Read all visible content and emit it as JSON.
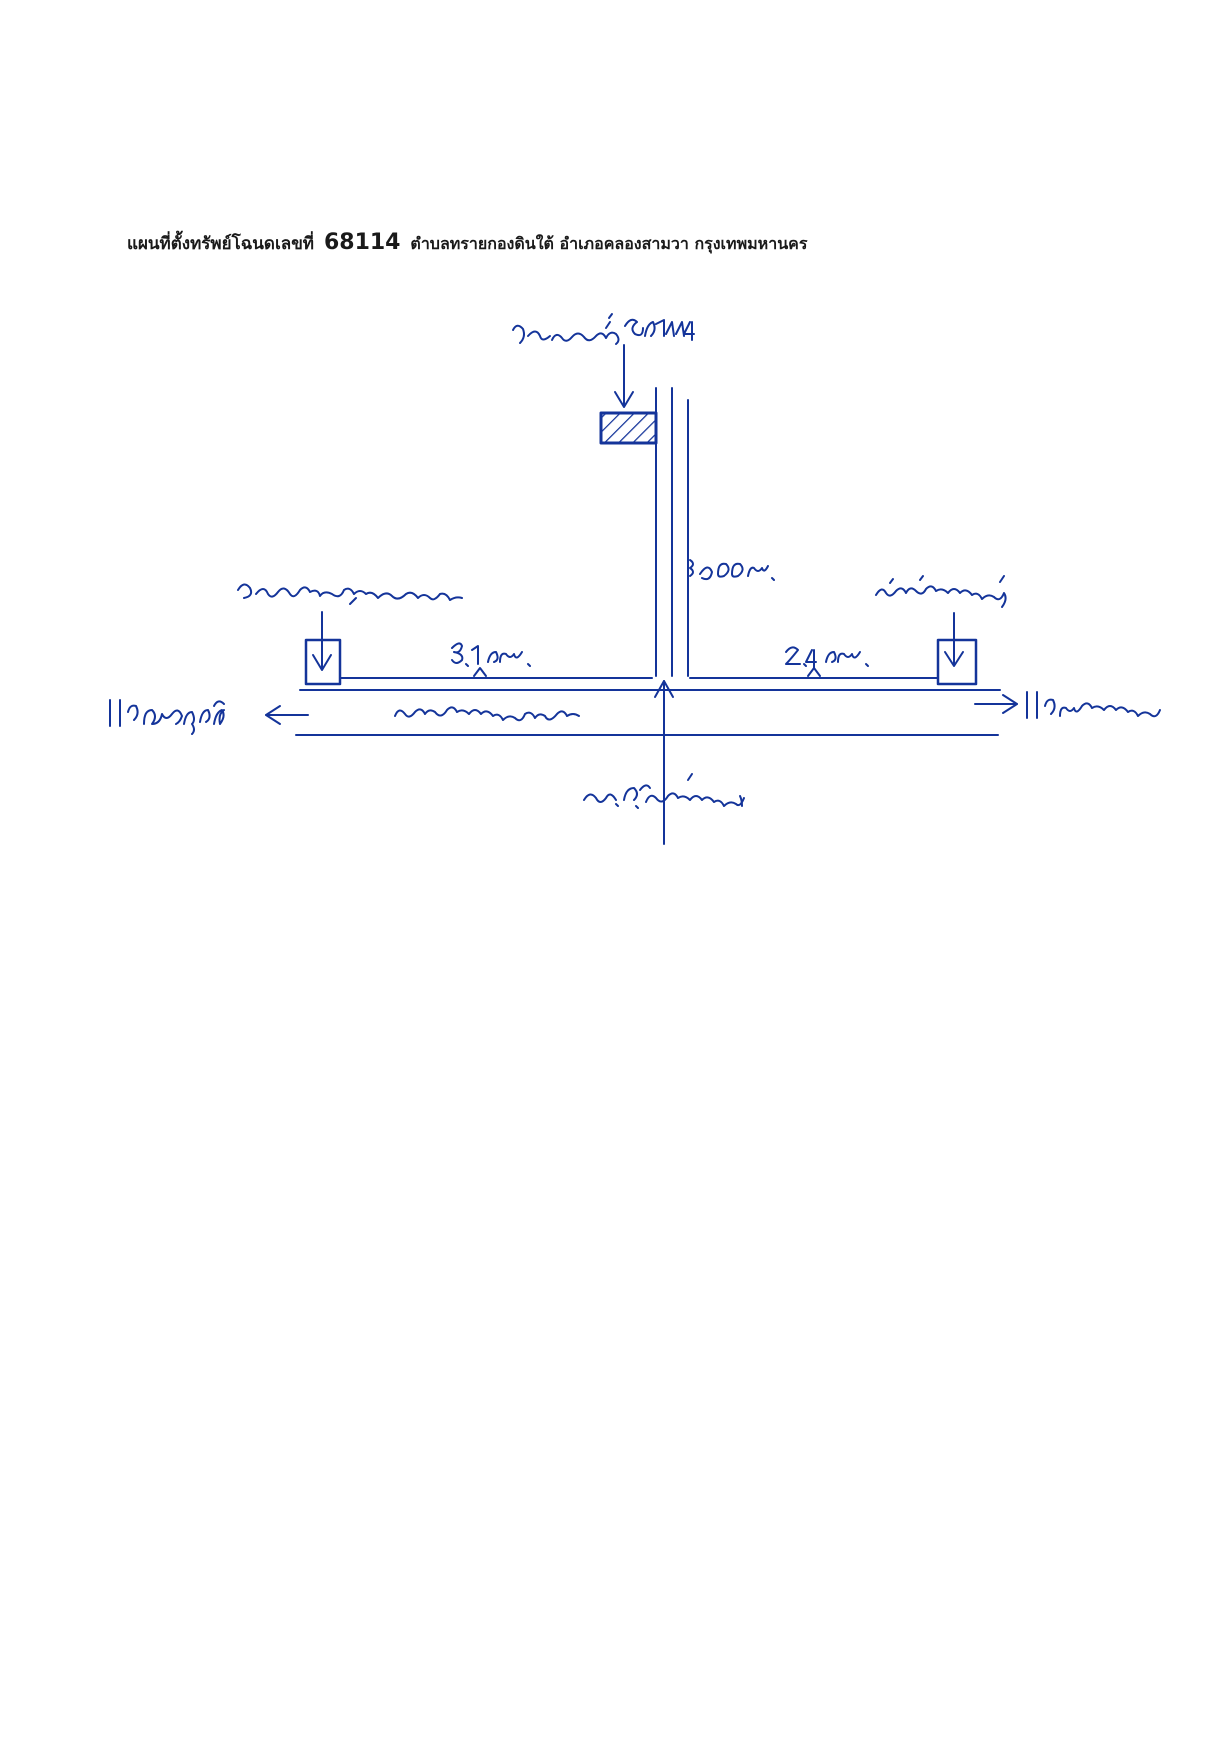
{
  "document": {
    "title": {
      "prefix": "แผนที่ตั้งทรัพย์โฉนดเลขที่",
      "deed_number": "68114",
      "address": "ตำบลทรายกองดินใต้ อำเภอคลองสามวา กรุงเทพมหานคร"
    }
  },
  "map": {
    "ink_color": "#14349a"
  }
}
